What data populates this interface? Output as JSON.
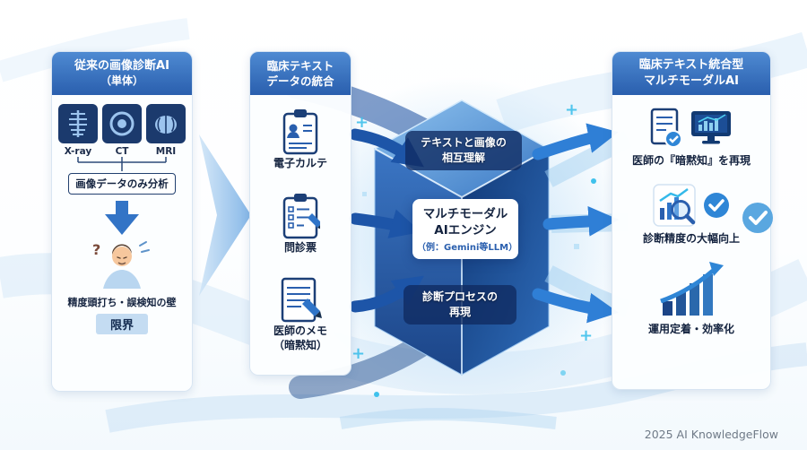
{
  "colors": {
    "header_blue": "#2e66b4",
    "arrow_dark": "#1d55a8",
    "arrow_bright": "#2f7fd6",
    "accent_cyan": "#3fc1ec",
    "navy_icon": "#1b3a6d",
    "panel_border": "#d8e5f2"
  },
  "left_panel": {
    "title_line1": "従来の画像診断AI",
    "title_line2": "（単体）",
    "modalities": [
      {
        "icon": "xray-icon",
        "label": "X-ray"
      },
      {
        "icon": "ct-icon",
        "label": "CT"
      },
      {
        "icon": "mri-icon",
        "label": "MRI"
      }
    ],
    "analysis_box_label": "画像データのみ分析",
    "problem_text": "精度頭打ち・誤検知の壁",
    "limit_badge": "限界"
  },
  "middle_panel": {
    "title_line1": "臨床テキスト",
    "title_line2": "データの統合",
    "items": [
      {
        "icon": "ehr-clipboard-icon",
        "label_line1": "電子カルテ"
      },
      {
        "icon": "questionnaire-clipboard-icon",
        "label_line1": "問診票"
      },
      {
        "icon": "doctor-memo-icon",
        "label_line1": "医師のメモ",
        "label_line2": "（暗黙知）"
      }
    ]
  },
  "center_engine": {
    "top_caption_line1": "テキストと画像の",
    "top_caption_line2": "相互理解",
    "engine_name_line1": "マルチモーダル",
    "engine_name_line2": "AIエンジン",
    "engine_subtitle": "（例：Gemini等LLM）",
    "bottom_caption_line1": "診断プロセスの",
    "bottom_caption_line2": "再現"
  },
  "right_panel": {
    "title_line1": "臨床テキスト統合型",
    "title_line2": "マルチモーダルAI",
    "benefits": [
      {
        "icon": "document-check-icon monitor-chart-icon",
        "label": "医師の『暗黙知』を再現"
      },
      {
        "icon": "chart-magnifier-icon check-circle-icon",
        "label": "診断精度の大幅向上"
      },
      {
        "icon": "bar-growth-icon",
        "label": "運用定着・効率化"
      }
    ]
  },
  "footer": {
    "credit": "2025 AI KnowledgeFlow"
  }
}
